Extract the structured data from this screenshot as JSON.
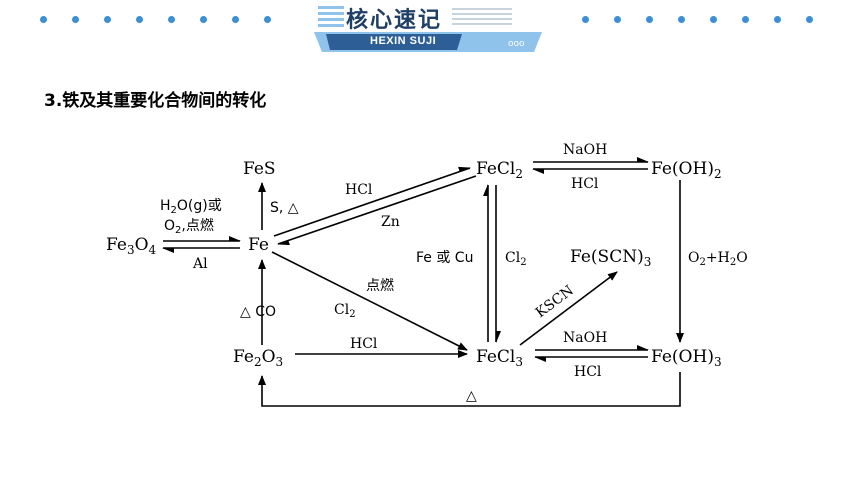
{
  "header": {
    "title": "核心速记",
    "subtitle": "HEXIN SUJI",
    "colors": {
      "dots": "#3a8fd6",
      "banner_dark": "#1f3f66",
      "banner_light": "#8fc3ec"
    }
  },
  "section_title": "3.铁及其重要化合物间的转化",
  "diagram": {
    "nodes": {
      "fes": "FeS",
      "fecl2": [
        "FeCl",
        "2"
      ],
      "feoh2": [
        "Fe(OH)",
        "2"
      ],
      "fe3o4": [
        "Fe",
        "3",
        "O",
        "4"
      ],
      "fe": "Fe",
      "fescn3": [
        "Fe(SCN)",
        "3"
      ],
      "fe2o3": [
        "Fe",
        "2",
        "O",
        "3"
      ],
      "fecl3": [
        "FeCl",
        "3"
      ],
      "feoh3": [
        "Fe(OH)",
        "3"
      ]
    },
    "labels": {
      "naoh_top": "NaOH",
      "hcl_top": "HCl",
      "s_delta": "S, △",
      "hcl_fe": "HCl",
      "zn": "Zn",
      "h2o_g": [
        "H",
        "2",
        "O(g)或"
      ],
      "o2_burn": [
        "O",
        "2",
        ",点燃"
      ],
      "al": "Al",
      "fe_or_cu": "Fe 或 Cu",
      "cl2_mid": [
        "Cl",
        "2"
      ],
      "o2_h2o": [
        "O",
        "2",
        "+H",
        "2",
        "O"
      ],
      "burn": "点燃",
      "cl2_low": [
        "Cl",
        "2"
      ],
      "kscn": "KSCN",
      "delta_co": "△ CO",
      "hcl_bottom": "HCl",
      "naoh_bottom": "NaOH",
      "hcl_bottom2": "HCl",
      "delta_loop": "△"
    }
  }
}
